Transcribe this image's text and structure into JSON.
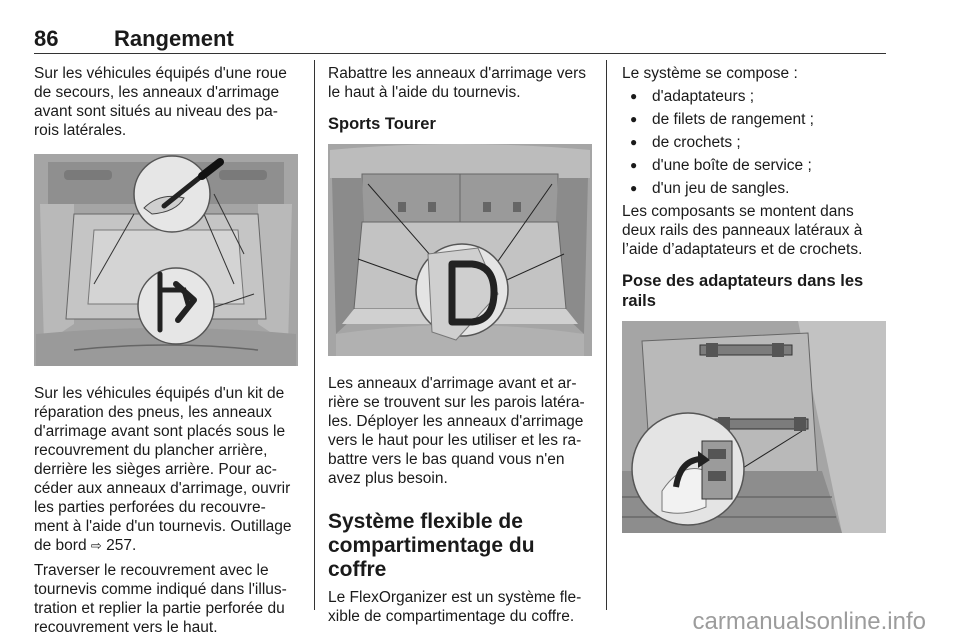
{
  "header": {
    "page_number": "86",
    "title": "Rangement"
  },
  "col1": {
    "p1": "Sur les véhicules équipés d'une roue de secours, les anneaux d'arrimage avant sont situés au niveau des pa-rois latérales.",
    "p2_prefix": "Sur les véhicules équipés d'un kit de réparation des pneus, les anneaux d'arrimage avant sont placés sous le recouvrement du plancher arrière, derrière les sièges arrière. Pour ac-céder aux anneaux d'arrimage, ouvrir les parties perforées du recouvre-ment à l'aide d'un tournevis. Outillage de bord",
    "p2_ref_icon": "⇨",
    "p2_ref": "257.",
    "p3": "Traverser le recouvrement avec le tournevis comme indiqué dans l'illus-tration et replier la partie perforée du recouvrement vers le haut."
  },
  "col2": {
    "p1": "Rabattre les anneaux d'arrimage vers le haut à l'aide du tournevis.",
    "heading_sports_tourer": "Sports Tourer",
    "p2": "Les anneaux d'arrimage avant et ar-rière se trouvent sur les parois latéra-les. Déployer les anneaux d'arrimage vers le haut pour les utiliser et les ra-battre vers le bas quand vous n'en avez plus besoin.",
    "heading_system": "Système flexible de compartimentage du coffre",
    "p3": "Le FlexOrganizer est un système fle-xible de compartimentage du coffre."
  },
  "col3": {
    "intro": "Le système se compose :",
    "bullets": [
      "d'adaptateurs ;",
      "de filets de rangement ;",
      "de crochets ;",
      "d'une boîte de service ;",
      "d'un jeu de sangles."
    ],
    "p2": "Les composants se montent dans deux rails des panneaux latéraux à l’aide d’adaptateurs et de crochets.",
    "heading_rails": "Pose des adaptateurs dans les rails"
  },
  "watermark": "carmanualsonline.info",
  "colors": {
    "text": "#1a1a1a",
    "rule": "#333333",
    "watermark": "#9c9c9c",
    "figure_gray": "#a5a5a5"
  }
}
